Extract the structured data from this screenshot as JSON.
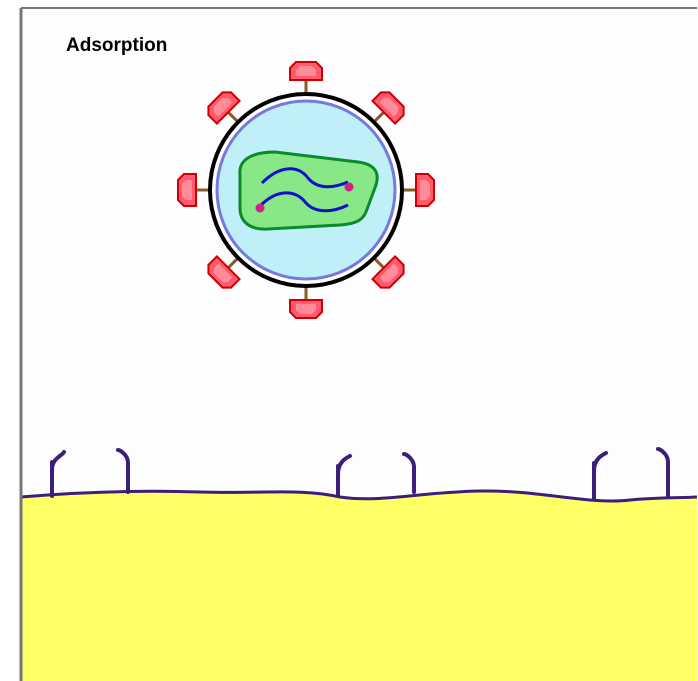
{
  "title": "Adsorption",
  "colors": {
    "background": "#fdfcfe",
    "frame": "#777777",
    "cell": "#ffff66",
    "membrane": "#3d1f7a",
    "envelope": "#000000",
    "capsid_outline": "#7777dd",
    "capsid_fill": "#bff0f8",
    "core_fill": "#88e888",
    "core_outline": "#0a8a2a",
    "genome": "#1111cc",
    "genome_ends": "#cc2288",
    "spike_fill": "#ff5a6e",
    "spike_outline": "#cc0000",
    "spike_stalk": "#8a5a2a"
  },
  "virus": {
    "spike_count": 8,
    "parts": [
      "envelope",
      "capsid",
      "core",
      "genome",
      "spikes"
    ]
  },
  "cell": {
    "receptor_count": 6
  }
}
